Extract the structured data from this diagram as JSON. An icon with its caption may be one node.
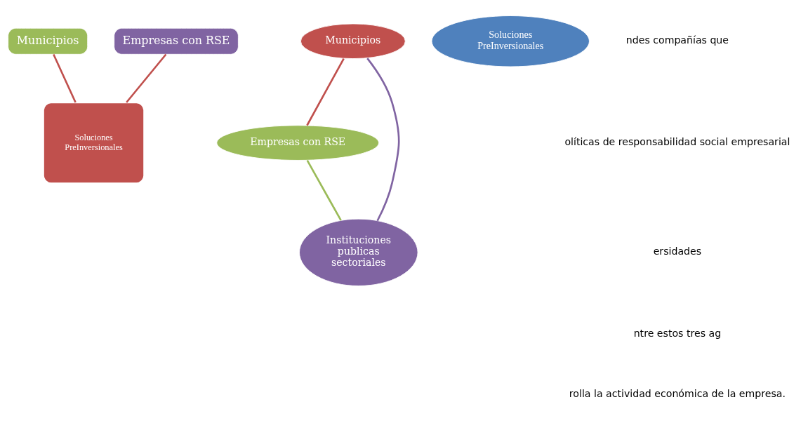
{
  "diagram": {
    "nodes": [
      {
        "text": [
          "Municipios"
        ]
      },
      {
        "text": [
          "Empresas con RSE"
        ]
      },
      {
        "text": [
          "Soluciones PreInversionales"
        ]
      },
      {
        "text": [
          "Municipios"
        ]
      },
      {
        "text": [
          "Soluciones PreInversionales"
        ]
      },
      {
        "text": [
          "Empresas con RSE"
        ]
      },
      {
        "text": [
          "Instituciones publicas sectoriales"
        ]
      }
    ],
    "edges": [
      {
        "from": 0,
        "to": 2,
        "arrow": "none"
      },
      {
        "from": 1,
        "to": 2,
        "arrow": "none"
      },
      {
        "from": 3,
        "to": 5,
        "arrow": "none"
      },
      {
        "from": 5,
        "to": 6,
        "arrow": "none",
        "color": "#9bbb59"
      },
      {
        "from": 6,
        "to": 3,
        "arrow": "none",
        "color": "#8064a2"
      }
    ],
    "labels": [
      "ndes compañías que",
      "olíticas de responsabilidad social empresarial",
      "ersidades",
      "ntre estos tres ag",
      "rolla la actividad económica de la empresa."
    ]
  }
}
